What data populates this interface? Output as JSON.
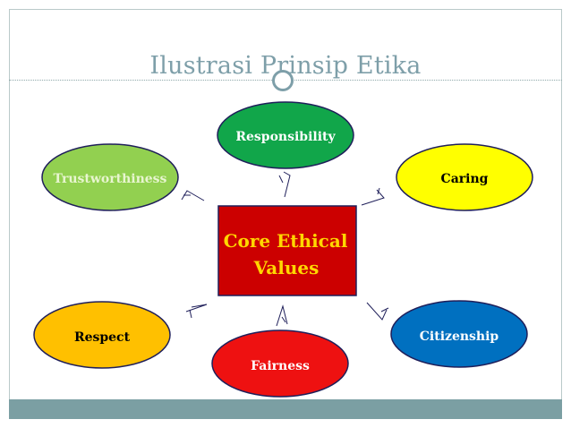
{
  "slide": {
    "title": "Ilustrasi Prinsip Etika"
  },
  "center": {
    "line1": "Core Ethical",
    "line2": "Values",
    "fill": "#cc0000",
    "text_color": "#ffd700"
  },
  "nodes": [
    {
      "id": "responsibility",
      "label": "Responsibility",
      "fill": "#11a64a",
      "text_color": "#ffffff"
    },
    {
      "id": "caring",
      "label": "Caring",
      "fill": "#ffff00",
      "text_color": "#000000"
    },
    {
      "id": "trustworthiness",
      "label": "Trustworthiness",
      "fill": "#92d050",
      "text_color": "#e8f5d0"
    },
    {
      "id": "respect",
      "label": "Respect",
      "fill": "#ffc000",
      "text_color": "#000000"
    },
    {
      "id": "fairness",
      "label": "Fairness",
      "fill": "#ee1111",
      "text_color": "#ffffff"
    },
    {
      "id": "citizenship",
      "label": "Citizenship",
      "fill": "#0070c0",
      "text_color": "#ffffff"
    }
  ],
  "colors": {
    "title": "#7e9fa9",
    "footer": "#7b9fa3",
    "node_outline": "#1f1f5a"
  }
}
